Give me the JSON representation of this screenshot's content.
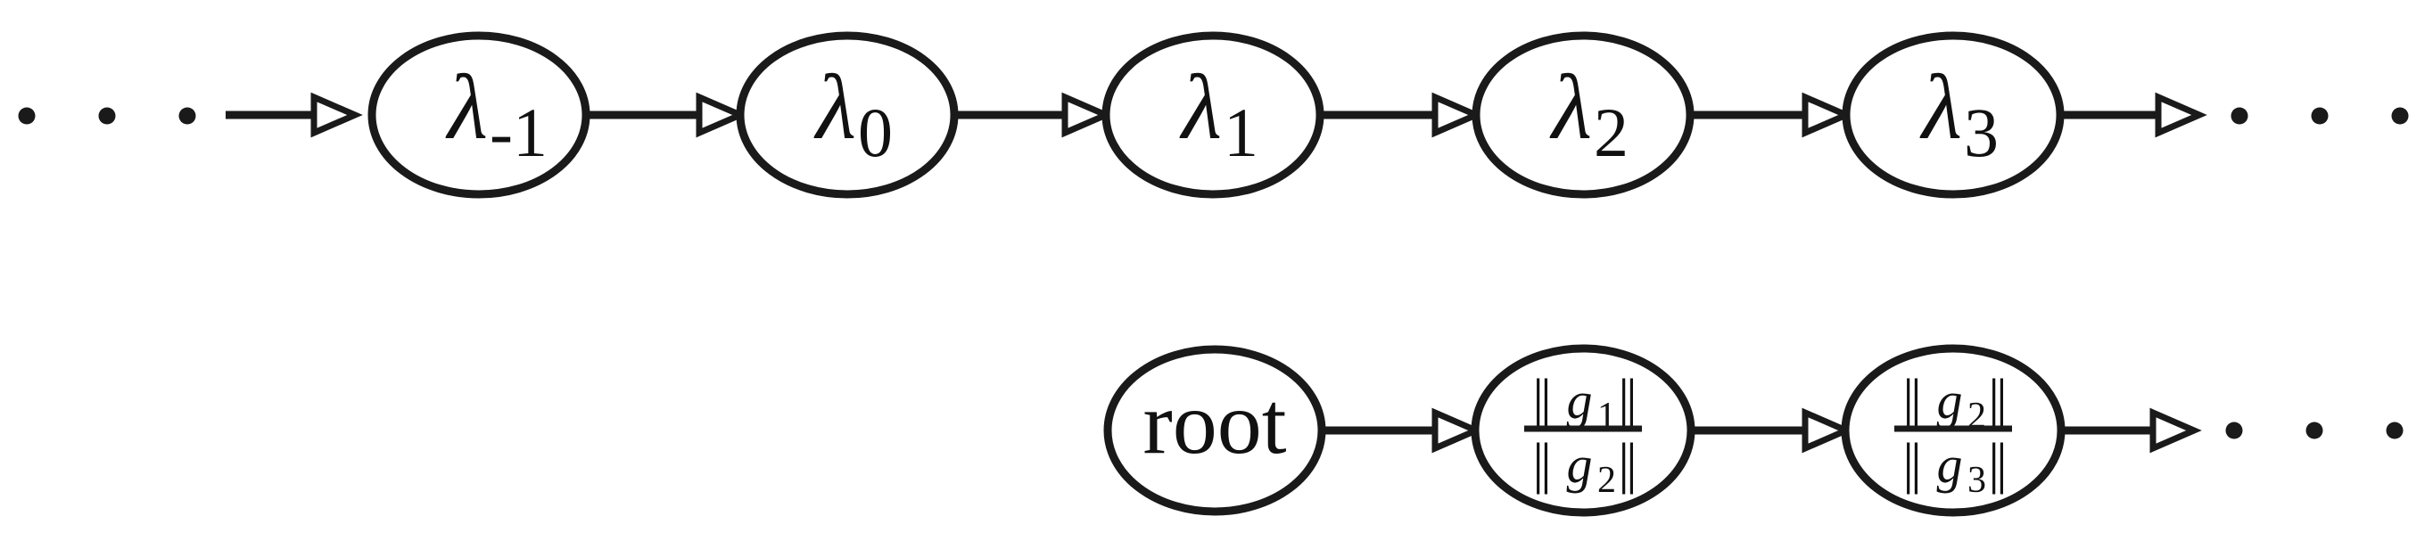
{
  "palette": {
    "ink": "#1a1a1a",
    "background": "#ffffff",
    "arrowhead_fill": "#ffffff"
  },
  "top_chain": {
    "name": "lambda-sequence",
    "leading_ellipsis": true,
    "trailing_ellipsis": true,
    "nodes": [
      {
        "main": "λ",
        "sub": "-1"
      },
      {
        "main": "λ",
        "sub": "0"
      },
      {
        "main": "λ",
        "sub": "1"
      },
      {
        "main": "λ",
        "sub": "2"
      },
      {
        "main": "λ",
        "sub": "3"
      }
    ]
  },
  "bottom_chain": {
    "name": "gradient-norm-ratio-sequence",
    "trailing_ellipsis": true,
    "root": {
      "label": "root"
    },
    "fractions": [
      {
        "num": {
          "open": "||",
          "base": "g",
          "sub": "1",
          "close": "||"
        },
        "den": {
          "open": "||",
          "base": "g",
          "sub": "2",
          "close": "||"
        }
      },
      {
        "num": {
          "open": "||",
          "base": "g",
          "sub": "2",
          "close": "||"
        },
        "den": {
          "open": "||",
          "base": "g",
          "sub": "3",
          "close": "||"
        }
      }
    ]
  }
}
